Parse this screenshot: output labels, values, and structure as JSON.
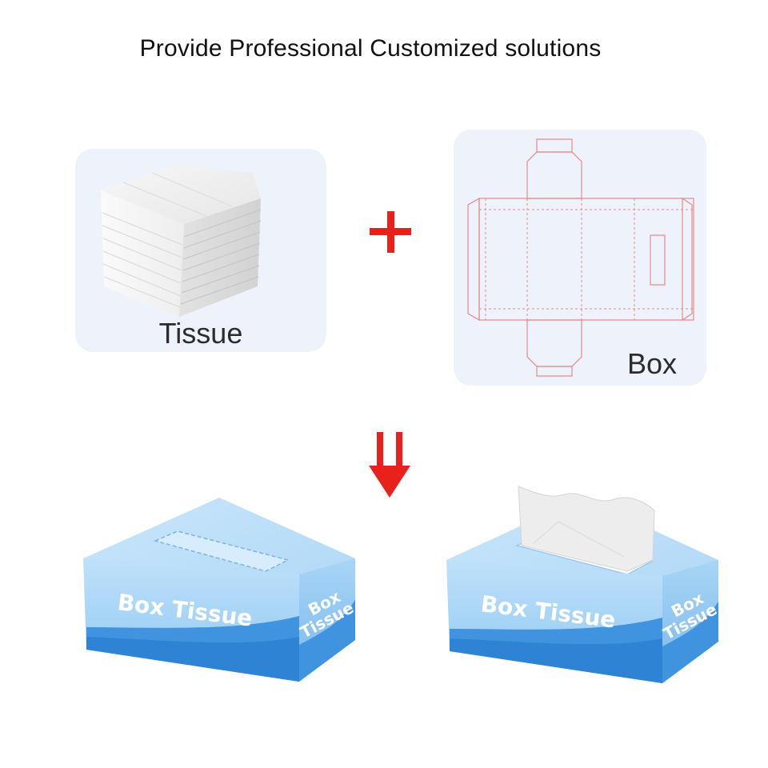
{
  "headline": "Provide Professional Customized solutions",
  "components": {
    "tissue_label": "Tissue",
    "box_label": "Box"
  },
  "operators": {
    "plus_icon": "plus-icon",
    "arrow_icon": "double-down-arrow-icon"
  },
  "products": {
    "closed_box": {
      "front_text": "Box Tissue",
      "side_text_line1": "Box",
      "side_text_line2": "Tissue"
    },
    "open_box": {
      "front_text": "Box Tissue",
      "side_text_line1": "Box",
      "side_text_line2": "Tissue"
    }
  },
  "colors": {
    "accent_red": "#e8221b",
    "box_light_blue": "#b3daf7",
    "box_blue": "#3f93df",
    "panel_bg": "#eef2fb",
    "dieline_red": "#e38a8a"
  }
}
